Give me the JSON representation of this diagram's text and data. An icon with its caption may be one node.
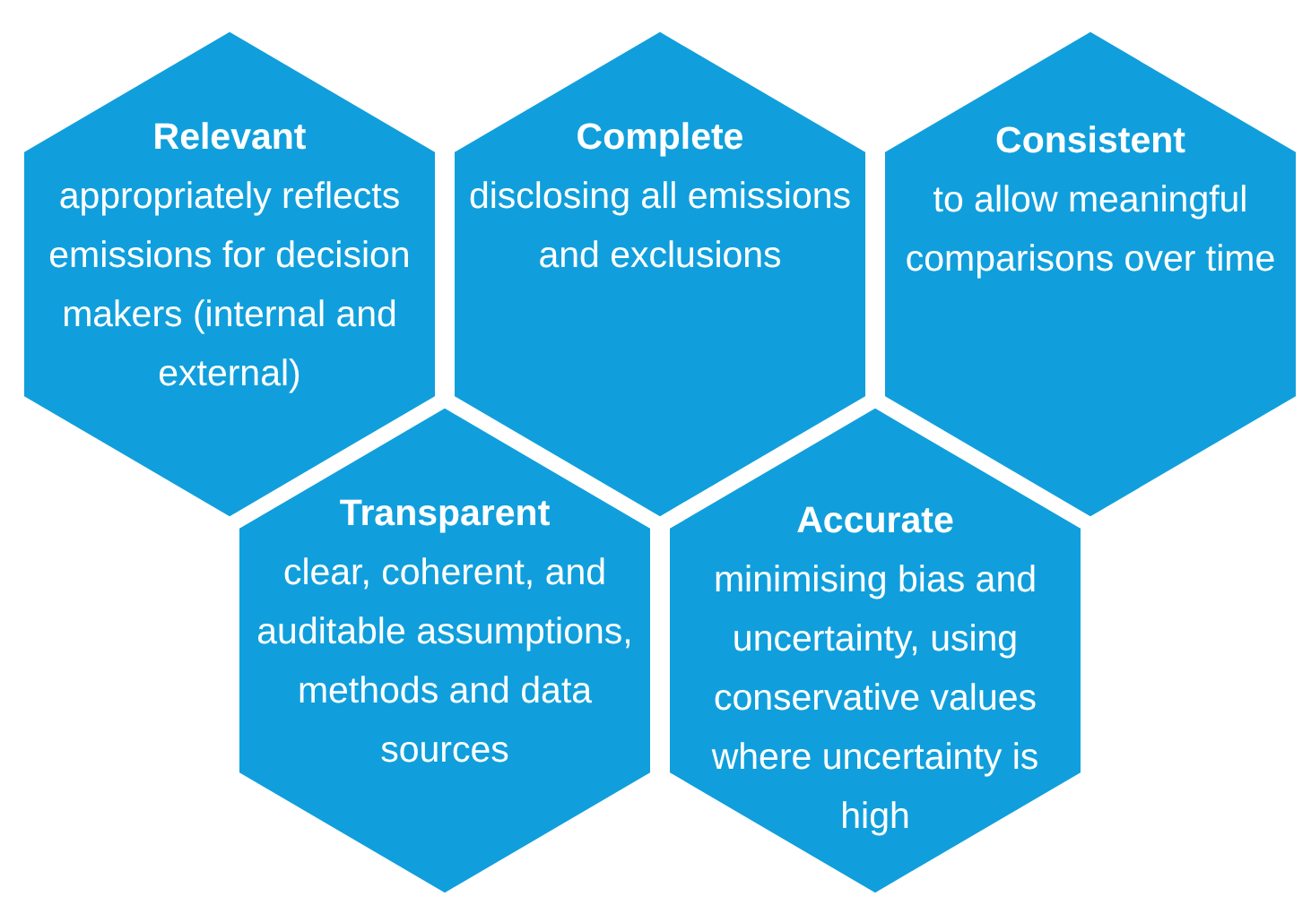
{
  "diagram": {
    "nodes": [
      {
        "text": [
          "Relevant",
          "appropriately reflects emissions for decision makers (internal and external)"
        ]
      },
      {
        "text": [
          "Complete",
          "disclosing all emissions and exclusions"
        ]
      },
      {
        "text": [
          "Consistent",
          "to allow meaningful comparisons over time"
        ]
      },
      {
        "text": [
          "Transparent",
          "clear, coherent, and auditable assumptions, methods and data sources"
        ]
      },
      {
        "text": [
          "Accurate",
          "minimising bias and uncertainty, using conservative values where uncertainty is high"
        ]
      }
    ]
  }
}
